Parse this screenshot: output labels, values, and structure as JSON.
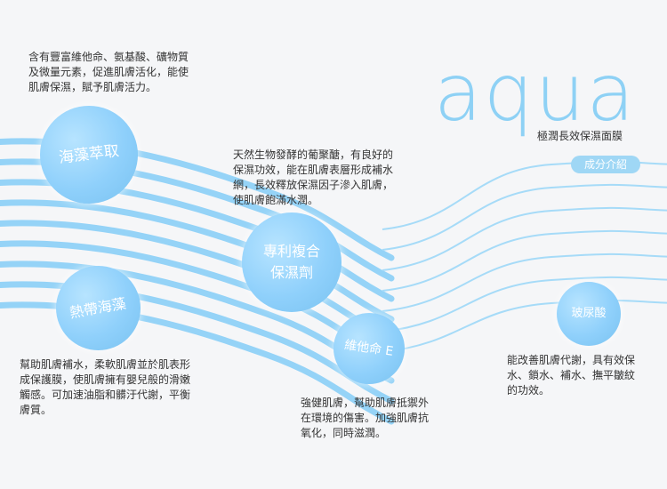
{
  "brand": {
    "name": "aqua",
    "subtitle": "極潤長效保濕面膜",
    "ingredients_button": "成分介紹"
  },
  "ingredients": {
    "seaweed": {
      "label": "海藻萃取",
      "description": "含有豐富維他命、氨基酸、礦物質\n及微量元素，促進肌膚活化，能使\n肌膚保濕，賦予肌膚活力。"
    },
    "patent": {
      "label": "專利複合\n保濕劑",
      "description": "天然生物發酵的葡聚醣，有良好的\n保濕功效，能在肌膚表層形成補水\n網，長效釋放保濕因子滲入肌膚，\n使肌膚飽滿水潤。"
    },
    "tropical": {
      "label": "熱帶海藻",
      "description": "幫助肌膚補水，柔軟肌膚並於肌表形\n成保護膜，使肌膚擁有嬰兒般的滑嫩\n觸感。可加速油脂和髒汙代謝，平衡\n膚質。"
    },
    "vitamin_e": {
      "label": "維他命 E",
      "description": "強健肌膚，幫助肌膚抵禦外\n在環境的傷害。加強肌膚抗\n氧化，同時滋潤。"
    },
    "hyaluronic": {
      "label": "玻尿酸",
      "description": "能改善肌膚代謝，具有效保\n水、鎖水、補水、撫平皺紋\n的功效。"
    }
  },
  "colors": {
    "accent": "#8ed1f5",
    "wave": "#a9dcf8",
    "circle": "#8fd0fb",
    "text": "#333333"
  }
}
